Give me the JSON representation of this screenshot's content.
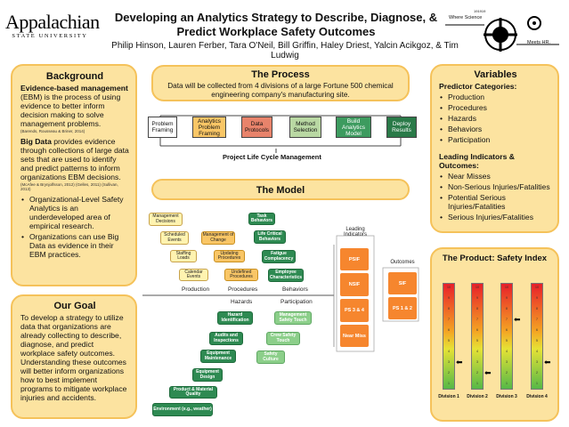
{
  "header": {
    "logo_main": "Appalachian",
    "logo_sub": "STATE UNIVERSITY",
    "title_line1": "Developing an Analytics Strategy  to Describe, Diagnose, &",
    "title_line2": "Predict  Workplace  Safety Outcomes",
    "authors": "Philip Hinson, Lauren Ferber, Tara O'Neil, Bill Griffin, Haley Driest, Yalcin Acikgoz, & Tim Ludwig",
    "emblem_year": "191919",
    "emblem_top": "Where Science",
    "emblem_bottom": "Meets HR."
  },
  "background": {
    "heading": "Background",
    "p1_bold": "Evidence-based management",
    "p1_rest": "(EBM) is the process of using evidence to better inform decision making to solve management problems.",
    "cite1": "(Barends, Rousseau & Briner, 2014)",
    "p2_bold": "Big Data",
    "p2_rest": "provides evidence through collections of large data sets that are used to identify and predict patterns to inform organizations EBM decisions.",
    "cite2": "(McAfee & Brynjolfsson, 2012) (Gelles, 2011) (Sullivan, 2013)",
    "bullets": [
      "Organizational-Level Safety Analytics is an underdeveloped area of empirical research.",
      "Organizations can use Big Data as evidence in their EBM practices."
    ]
  },
  "goal": {
    "heading": "Our Goal",
    "text": "To develop a strategy to utilize data that organizations are already collecting to describe, diagnose, and predict workplace safety outcomes. Understanding these outcomes will better inform organizations how to best implement programs to mitigate workplace injuries and accidents."
  },
  "process": {
    "heading": "The Process",
    "desc": "Data will be collected from 4 divisions of a large Fortune 500 chemical engineering company's manufacturing site.",
    "steps": [
      {
        "label": "Problem Framing",
        "color": "#ffffff"
      },
      {
        "label": "Analytics Problem Framing",
        "color": "#f9c666"
      },
      {
        "label": "Data Protocols",
        "color": "#e8836b"
      },
      {
        "label": "Method Selection",
        "color": "#b9d8a3"
      },
      {
        "label": "Build Analytics Model",
        "color": "#3d9b5f"
      },
      {
        "label": "Deploy Results",
        "color": "#2a7a48"
      }
    ],
    "footer": "Project Life Cycle Management"
  },
  "model": {
    "heading": "The Model",
    "production": [
      "Management Decisions",
      "Scheduled Events",
      "Staffing Loads",
      "Calendar Events"
    ],
    "procedures": [
      "Management of Change",
      "Updating Procedures",
      "Undefined Procedures"
    ],
    "behaviors": [
      "Task Behaviors",
      "Life Critical Behaviors",
      "Fatigue Complacency",
      "Employee Characteristics"
    ],
    "hazards": [
      "Hazard Identification",
      "Audits and Inspections",
      "Equipment Maintenance",
      "Equipment Design",
      "Product & Material Quality",
      "Environment (e.g., weather)"
    ],
    "participation": [
      "Management Safety Touch",
      "Crew Safety Touch",
      "Safety Culture"
    ],
    "categories": {
      "production": "Production",
      "procedures": "Procedures",
      "behaviors": "Behaviors",
      "hazards": "Hazards",
      "participation": "Participation"
    },
    "leading_title": "Leading Indicators",
    "leading": [
      "PSIF",
      "NSIF",
      "PS 3 & 4",
      "Near Miss"
    ],
    "outcomes_title": "Outcomes",
    "outcomes": [
      "SIF",
      "PS 1 & 2"
    ]
  },
  "variables": {
    "heading": "Variables",
    "pred_heading": "Predictor Categories:",
    "predictors": [
      "Production",
      "Procedures",
      "Hazards",
      "Behaviors",
      "Participation"
    ],
    "lead_heading": "Leading Indicators & Outcomes:",
    "leads": [
      "Near Misses",
      "Non-Serious Injuries/Fatalities",
      "Potential Serious Injuries/Fatalities",
      "Serious Injuries/Fatalities"
    ]
  },
  "product": {
    "heading": "The Product: Safety Index",
    "scale": [
      "10",
      "9",
      "8",
      "7",
      "6",
      "5",
      "4",
      "3",
      "2",
      "1"
    ],
    "divisions": [
      {
        "label": "Division 1",
        "level": 3
      },
      {
        "label": "Division 2",
        "level": 2
      },
      {
        "label": "Division 3",
        "level": 7
      },
      {
        "label": "Division 4",
        "level": 3
      }
    ]
  }
}
